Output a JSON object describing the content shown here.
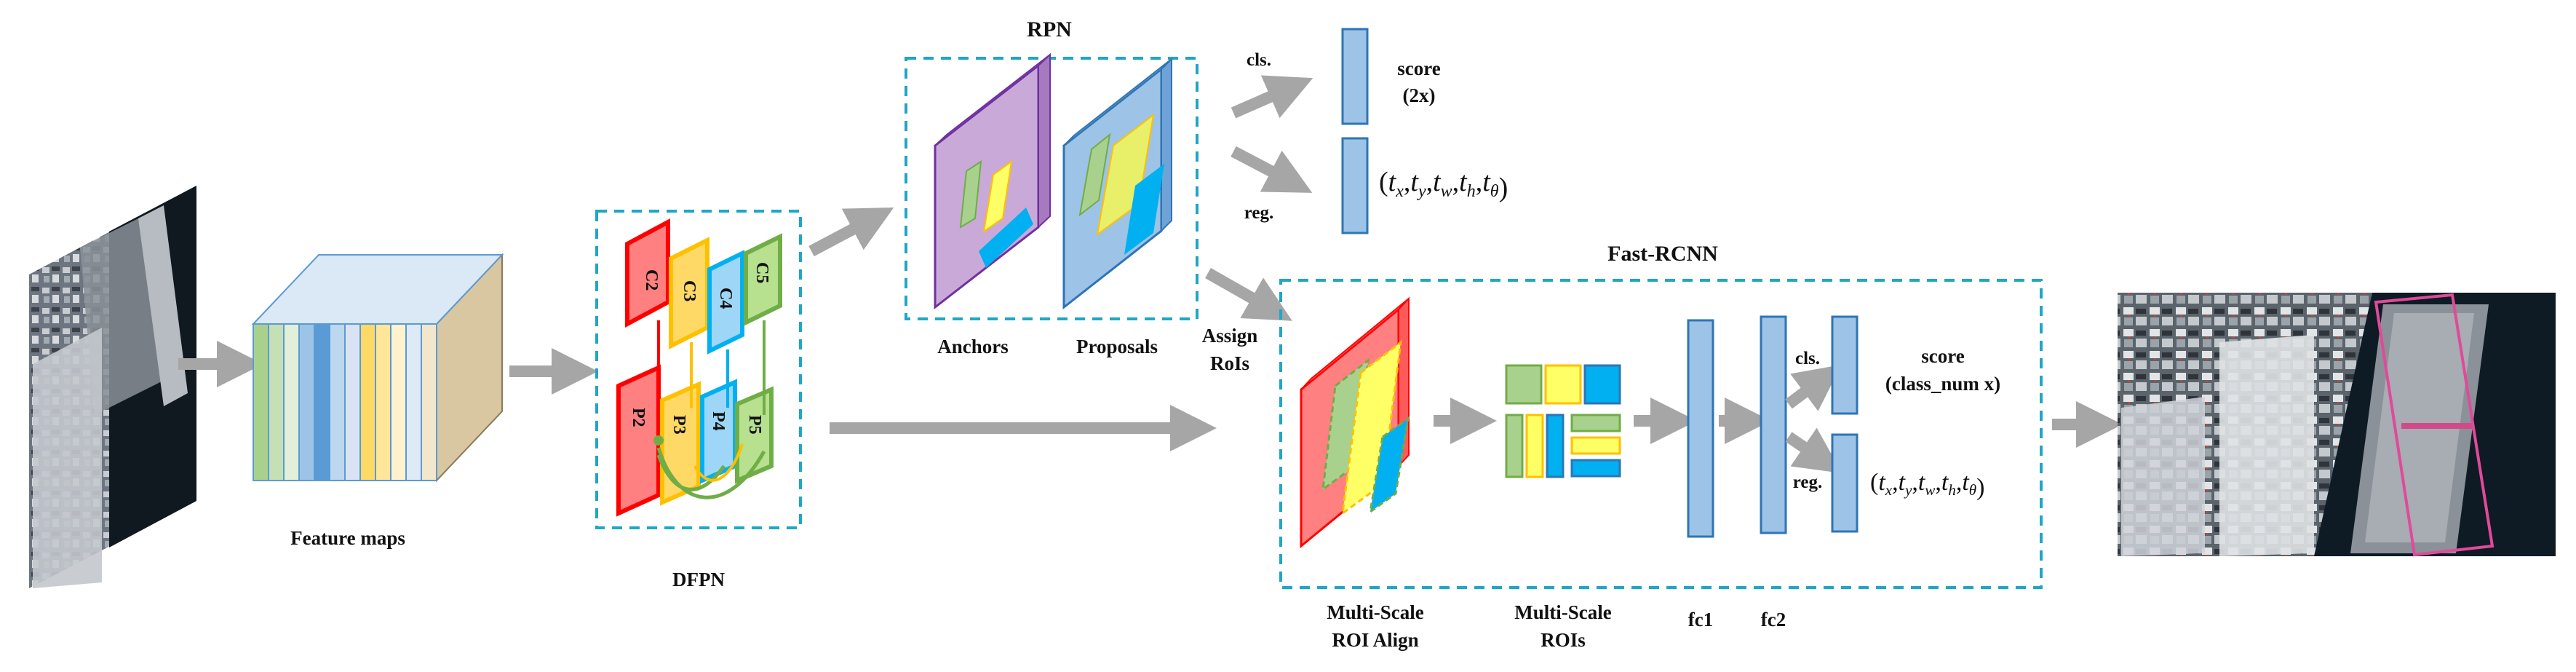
{
  "labels": {
    "feature_maps": "Feature maps",
    "dfpn": "DFPN",
    "rpn": "RPN",
    "anchors": "Anchors",
    "proposals": "Proposals",
    "assign_rois_1": "Assign",
    "assign_rois_2": "RoIs",
    "fast_rcnn": "Fast-RCNN",
    "msra_1": "Multi-Scale",
    "msra_2": "ROI Align",
    "msr_1": "Multi-Scale",
    "msr_2": "ROIs",
    "fc1": "fc1",
    "fc2": "fc2",
    "cls_top": "cls.",
    "reg_top": "reg.",
    "cls_bottom": "cls.",
    "reg_bottom": "reg.",
    "score_top_1": "score",
    "score_top_2": "(2x)",
    "score_bottom_1": "score",
    "score_bottom_2": "(class_num x)",
    "pyramid": [
      "C2",
      "C3",
      "C4",
      "C5",
      "P2",
      "P3",
      "P4",
      "P5"
    ]
  },
  "formula_top": {
    "open": "(",
    "items": [
      {
        "base": "t",
        "sub": "x"
      },
      {
        "base": "t",
        "sub": "y"
      },
      {
        "base": "t",
        "sub": "w"
      },
      {
        "base": "t",
        "sub": "h"
      },
      {
        "base": "t",
        "sub": "θ"
      }
    ],
    "close": ")"
  },
  "formula_bottom": {
    "open": "(",
    "items": [
      {
        "base": "t",
        "sub": "x"
      },
      {
        "base": "t",
        "sub": "y"
      },
      {
        "base": "t",
        "sub": "w"
      },
      {
        "base": "t",
        "sub": "h"
      },
      {
        "base": "t",
        "sub": "θ"
      }
    ],
    "close": ")"
  },
  "colors": {
    "arrow": "#a6a6a6",
    "dash_box": "#1ea7c6",
    "fc_fill": "#9dc3e6",
    "fc_stroke": "#2e75b6",
    "anchor_fill": "#c9a9d8",
    "anchor_stroke": "#7030a0",
    "proposal_fill": "#9dc3e6",
    "red": "#ff0000",
    "orange": "#ffc000",
    "blue": "#00b0f0",
    "green": "#70ad47",
    "yellow": "#ffff00"
  }
}
